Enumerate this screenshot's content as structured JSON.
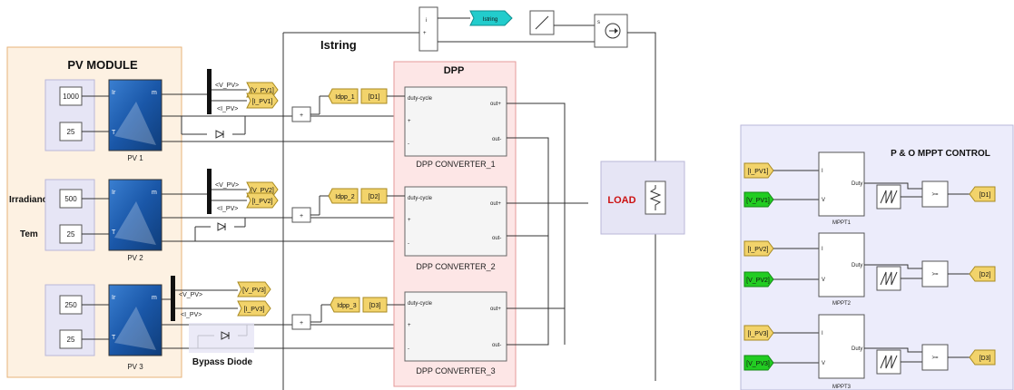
{
  "pv_module": {
    "title": "PV MODULE",
    "irradiance_label": "Irradiance",
    "tem_label": "Tem",
    "panels": [
      {
        "name": "PV 1",
        "irradiance": "1000",
        "temperature": "25"
      },
      {
        "name": "PV 2",
        "irradiance": "500",
        "temperature": "25"
      },
      {
        "name": "PV 3",
        "irradiance": "250",
        "temperature": "25"
      }
    ],
    "port_labels": {
      "ir": "Ir",
      "t": "T",
      "m": "m"
    }
  },
  "bypass_diode_label": "Bypass Diode",
  "bus": {
    "v_label": "<V_PV>",
    "i_label": "<I_PV>"
  },
  "goto_tags": {
    "v": [
      "[V_PV1]",
      "[V_PV2]",
      "[V_PV3]"
    ],
    "i": [
      "[I_PV1]",
      "[I_PV2]",
      "[I_PV3]"
    ]
  },
  "dpp": {
    "title": "DPP",
    "converters": [
      {
        "name": "DPP CONVERTER_1",
        "idpp": "Idpp_1",
        "duty_tag": "[D1]"
      },
      {
        "name": "DPP CONVERTER_2",
        "idpp": "Idpp_2",
        "duty_tag": "[D2]"
      },
      {
        "name": "DPP CONVERTER_3",
        "idpp": "Idpp_3",
        "duty_tag": "[D3]"
      }
    ],
    "ports": {
      "duty": "duty-cycle",
      "plus": "+",
      "minus": "-",
      "out_plus": "out+",
      "out_minus": "out-"
    }
  },
  "istring": {
    "label": "Istring",
    "goto_tag": "Istring"
  },
  "load": {
    "label": "LOAD"
  },
  "source_ports": {
    "s": "s"
  },
  "mppt": {
    "title": "P & O MPPT CONTROL",
    "blocks": [
      {
        "name": "MPPT1",
        "i_tag": "[I_PV1]",
        "v_tag": "[V_PV1]",
        "out_tag": "[D1]"
      },
      {
        "name": "MPPT2",
        "i_tag": "[I_PV2]",
        "v_tag": "[V_PV2]",
        "out_tag": "[D2]"
      },
      {
        "name": "MPPT3",
        "i_tag": "[I_PV3]",
        "v_tag": "[V_PV3]",
        "out_tag": "[D3]"
      }
    ],
    "port_i": "I",
    "port_v": "V",
    "port_duty": "Duty",
    "compare_label": ">="
  },
  "colors": {
    "pv_area": "#fdf1e2",
    "pv_area_border": "#e7b37a",
    "inner_panel": "#e6e5f5",
    "dpp_area": "#fde6e6",
    "dpp_border": "#e59a9a",
    "mppt_area": "#ececfb",
    "goto_yellow": "#f2d36b",
    "goto_green": "#22cc22",
    "goto_cyan": "#22cccc",
    "panel_blue": "#1a57a8"
  }
}
